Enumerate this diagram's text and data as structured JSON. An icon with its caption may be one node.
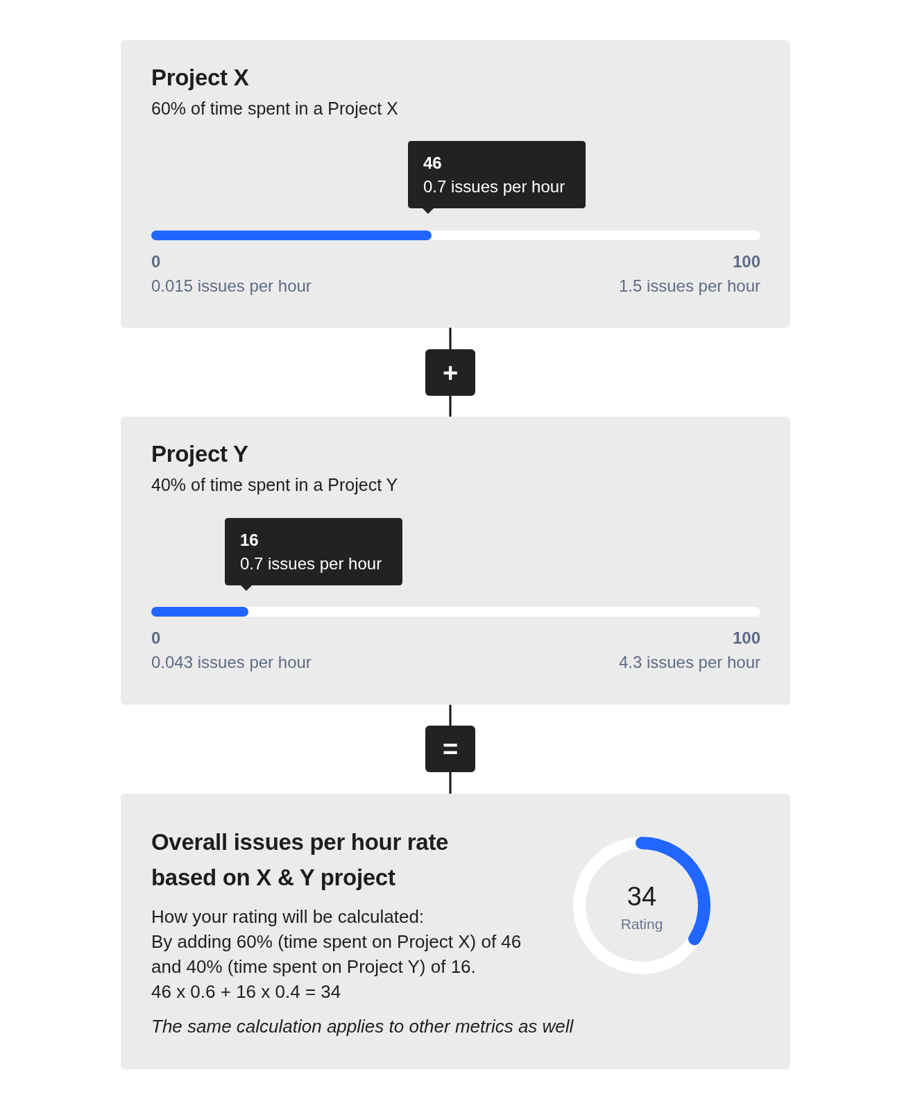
{
  "diagram": {
    "nodes": [
      {
        "text": [
          "Project X",
          "60% of time spent in a Project X",
          "0",
          "0.015 issues per hour",
          "100",
          "1.5 issues per hour"
        ]
      },
      {
        "text": [
          "46",
          "0.7 issues per hour"
        ],
        "in": 0
      },
      {
        "text": [
          "+"
        ]
      },
      {
        "text": [
          "Project Y",
          "40% of time spent in a Project Y",
          "0",
          "0.043 issues per hour",
          "100",
          "4.3 issues per hour"
        ]
      },
      {
        "text": [
          "16",
          "0.7 issues per hour"
        ],
        "in": 3
      },
      {
        "text": [
          "="
        ]
      },
      {
        "text": [
          "Overall issues per hour rate based on X & Y project",
          "How your rating will be calculated:",
          "By adding 60% (time spent on Project X) of 46 and 40% (time spent on Project Y) of 16.",
          "46 x 0.6 + 16 x 0.4 = 34",
          "The same calculation applies to other metrics as well"
        ]
      },
      {
        "text": [
          "34",
          "Rating"
        ],
        "in": 6
      }
    ],
    "edges": [
      {
        "from": 0,
        "to": 2,
        "arrow": "none"
      },
      {
        "from": 2,
        "to": 3,
        "arrow": "none"
      },
      {
        "from": 3,
        "to": 5,
        "arrow": "none"
      },
      {
        "from": 5,
        "to": 6,
        "arrow": "none"
      }
    ]
  }
}
